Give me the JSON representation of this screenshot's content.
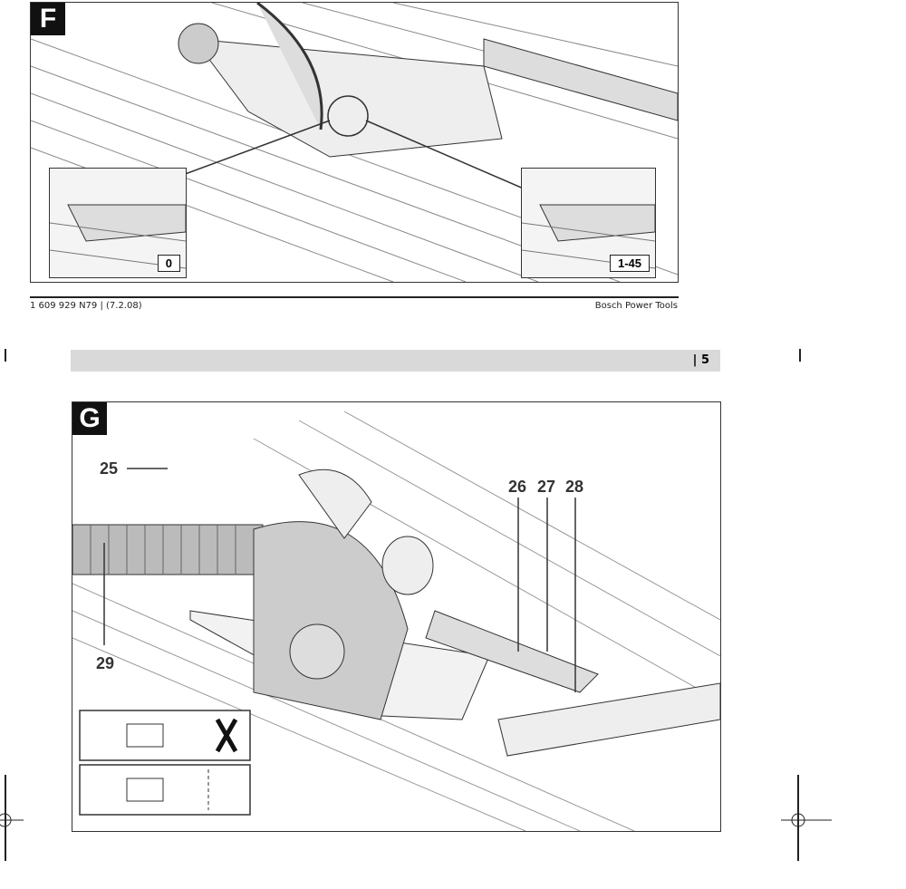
{
  "figure_f": {
    "label": "F",
    "inset_left_label": "0",
    "inset_right_label": "1-45"
  },
  "footer": {
    "doc_number": "1 609 929 N79 | (7.2.08)",
    "brand": "Bosch Power Tools"
  },
  "header_band": {
    "page_number": "| 5"
  },
  "figure_g": {
    "label": "G",
    "callouts": [
      "25",
      "26",
      "27",
      "28",
      "29"
    ]
  }
}
